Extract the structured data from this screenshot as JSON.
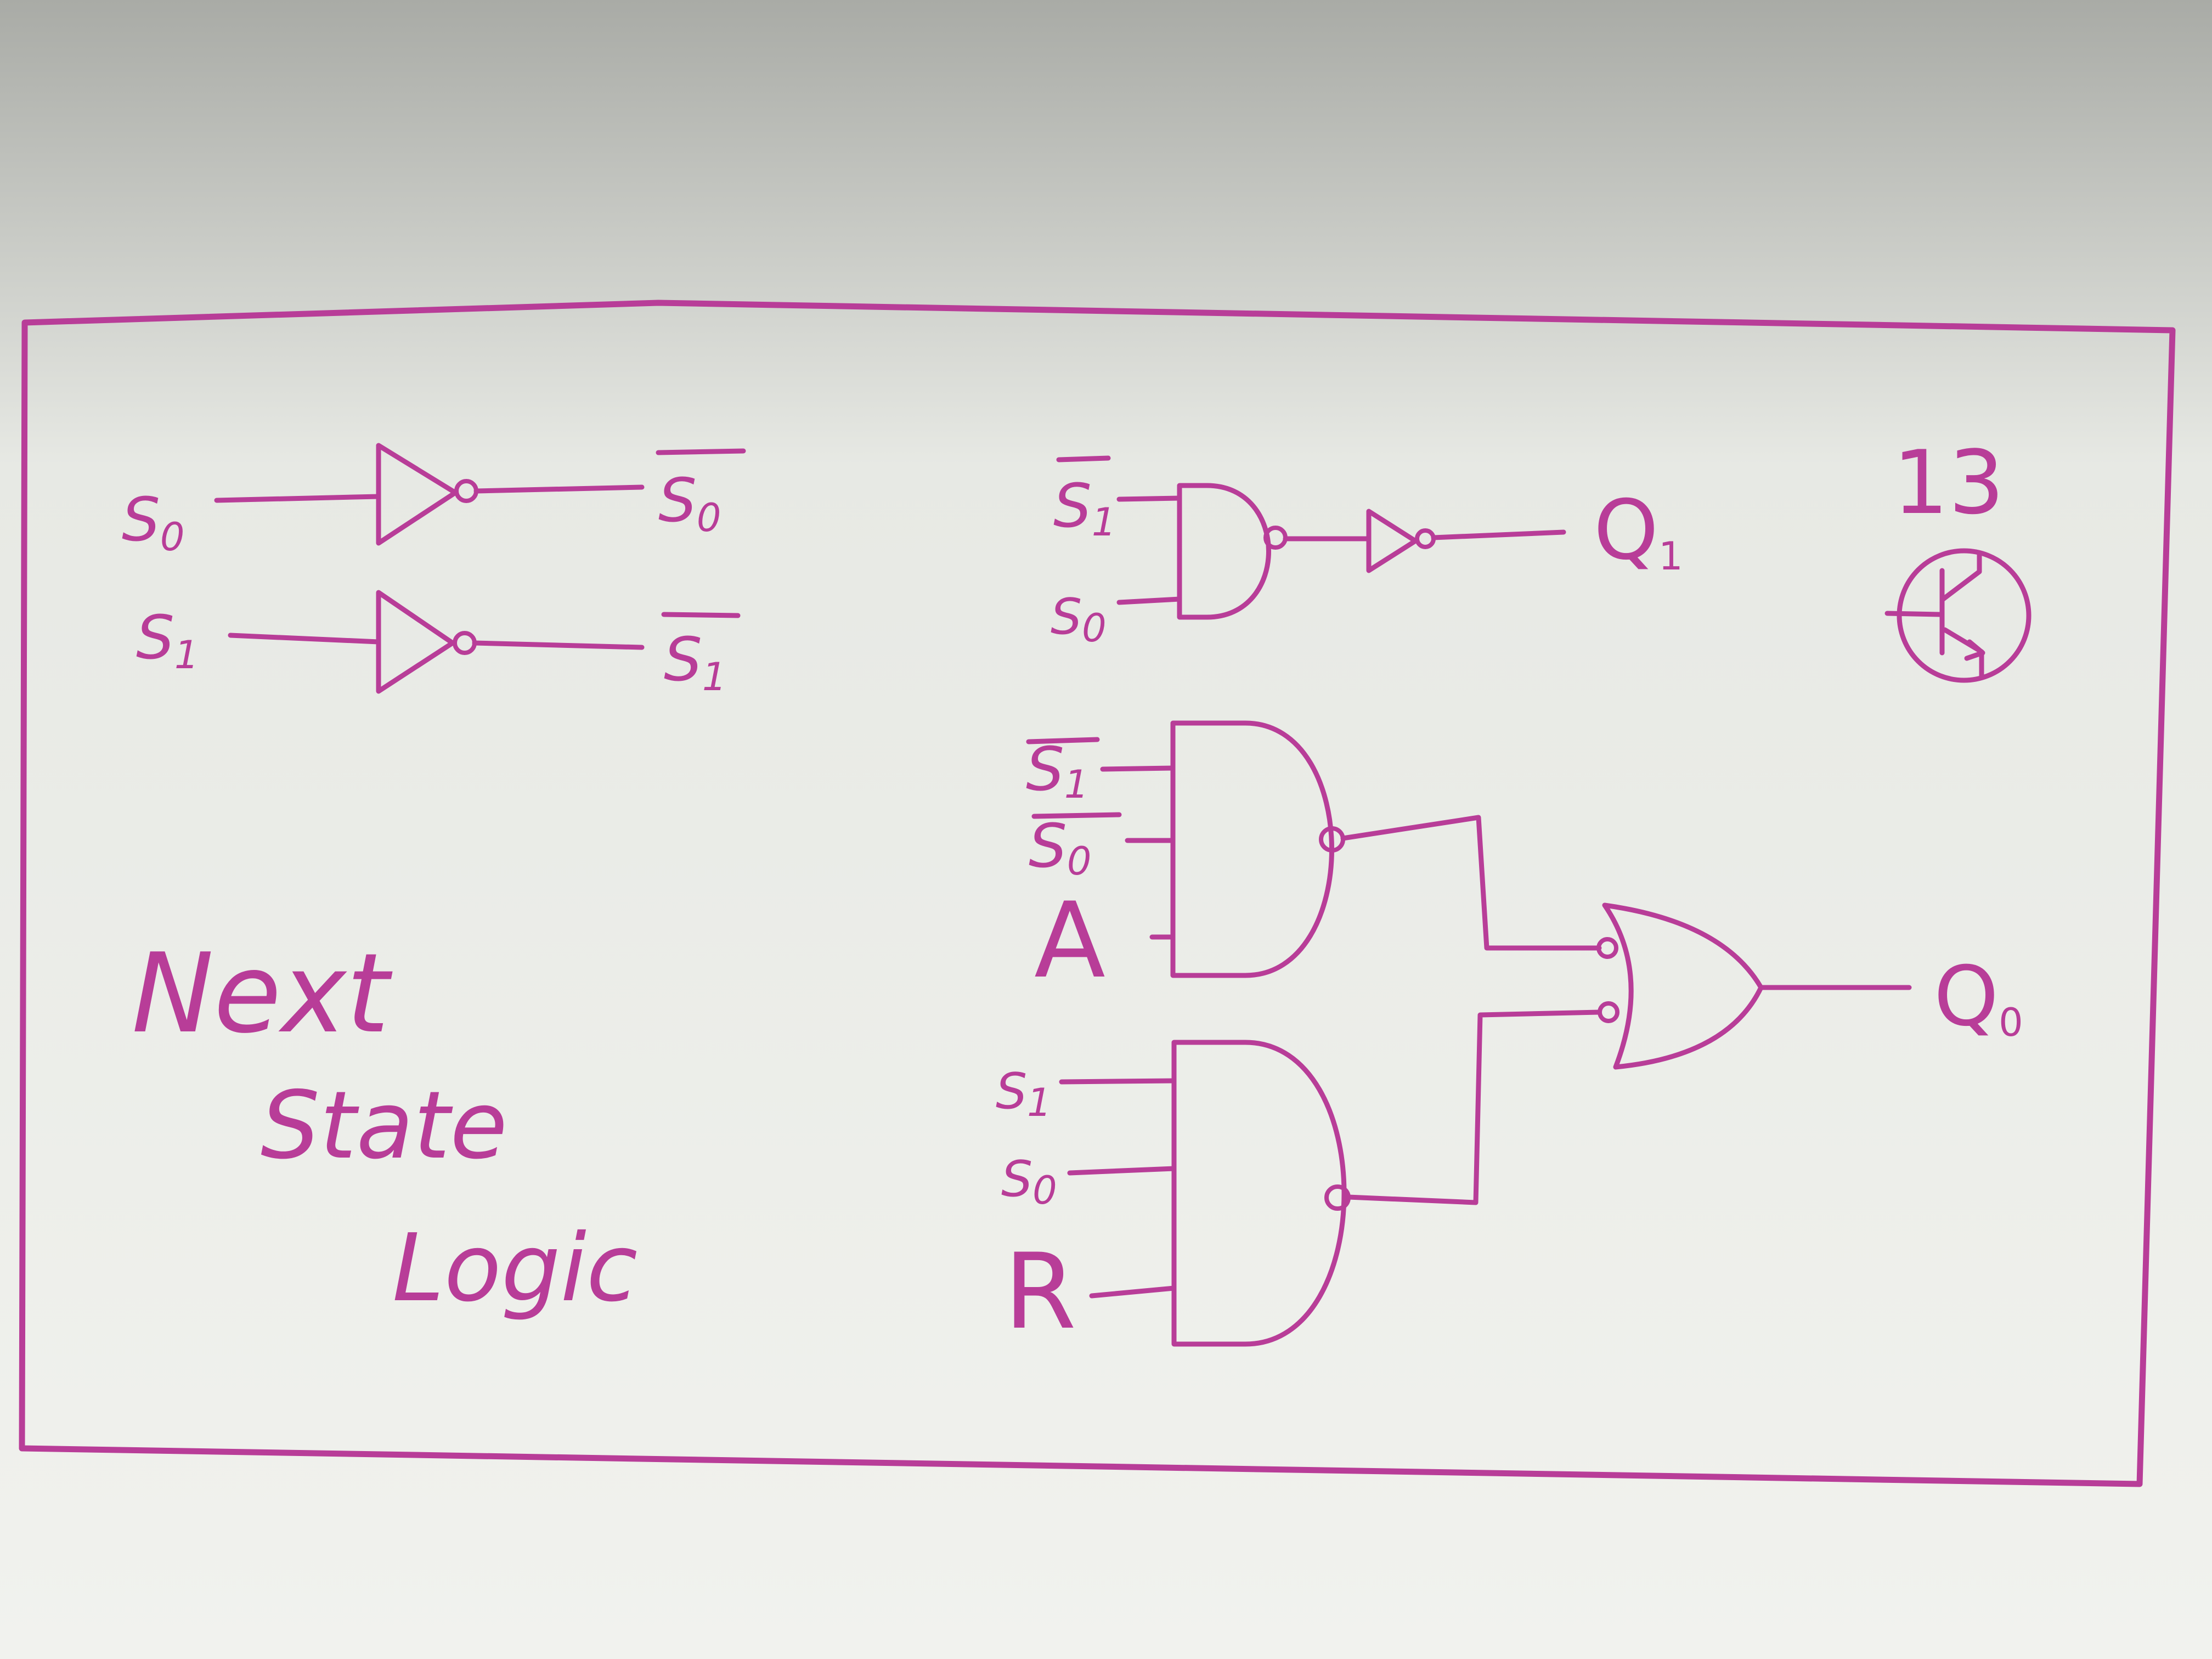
{
  "colors": {
    "ink": "#b83d98",
    "board_top": "#a9aba6",
    "board_mid": "#e7e9e4",
    "board_bottom": "#f1f2ee"
  },
  "signals": {
    "s0": {
      "base": "S",
      "sub": "0"
    },
    "s1": {
      "base": "S",
      "sub": "1"
    },
    "a": "A",
    "r": "R",
    "q1": {
      "base": "Q",
      "sub": "1"
    },
    "q0": {
      "base": "Q",
      "sub": "0"
    }
  },
  "title": {
    "line1": "Next",
    "line2": "State",
    "line3": "Logic"
  },
  "corner": {
    "number": "13",
    "logo": "transistor-symbol"
  }
}
